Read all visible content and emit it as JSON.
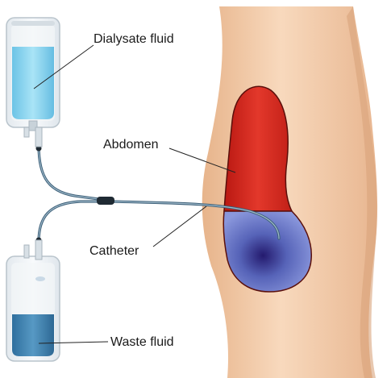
{
  "labels": {
    "dialysate_fluid": "Dialysate fluid",
    "abdomen": "Abdomen",
    "catheter": "Catheter",
    "waste_fluid": "Waste fluid"
  },
  "colors": {
    "skin": "#f3cba6",
    "abdomen_red": "#d8281f",
    "abdomen_fluid": "#6f7fd0",
    "dialysate_blue": "#7fd0ec",
    "waste_blue": "#3f86b3",
    "tubing": "#4a6e86"
  }
}
